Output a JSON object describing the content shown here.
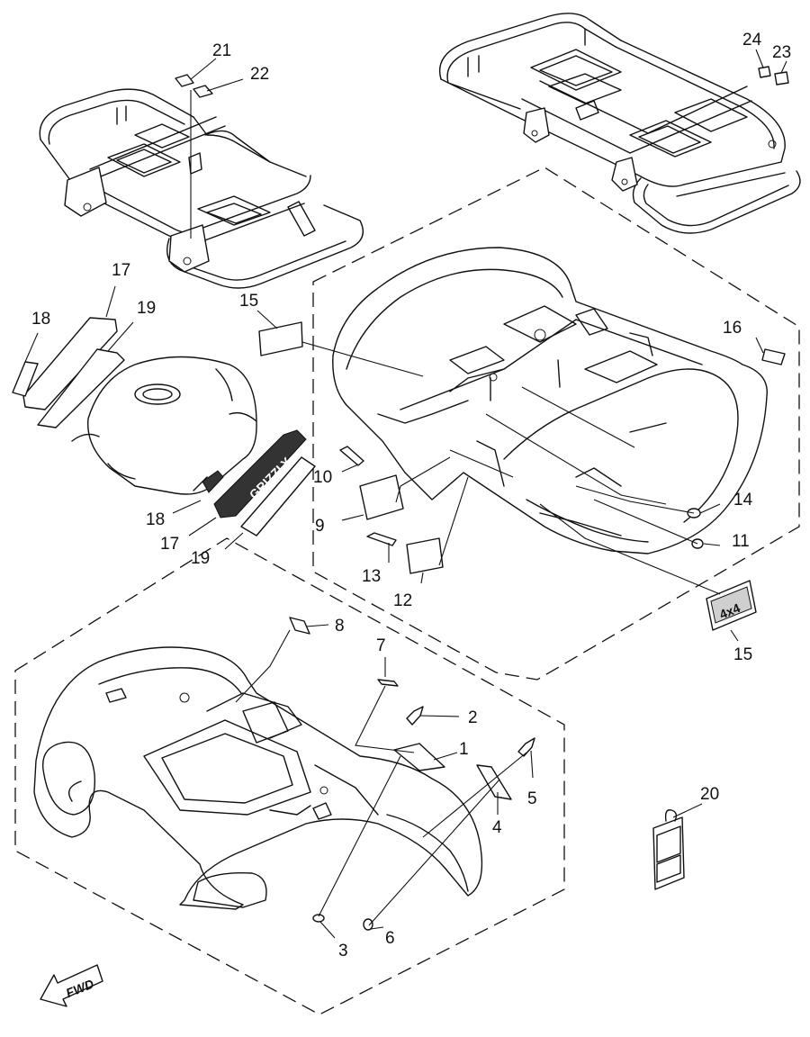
{
  "diagram": {
    "type": "exploded-parts-diagram",
    "line_color": "#111111",
    "background": "#ffffff",
    "callouts": {
      "c21": "21",
      "c22": "22",
      "c24": "24",
      "c23": "23",
      "c17a": "17",
      "c18a": "18",
      "c19a": "19",
      "c15a": "15",
      "c16": "16",
      "c10": "10",
      "c9": "9",
      "c18b": "18",
      "c17b": "17",
      "c19b": "19",
      "c13": "13",
      "c12": "12",
      "c14": "14",
      "c11": "11",
      "c15b": "15",
      "c8": "8",
      "c7": "7",
      "c2": "2",
      "c1": "1",
      "c5": "5",
      "c4": "4",
      "c20": "20",
      "c3": "3",
      "c6": "6"
    },
    "direction_label": "FWD",
    "decal_text": {
      "grizzly": "GRIZZLY",
      "four_by_four": "4x4"
    }
  }
}
